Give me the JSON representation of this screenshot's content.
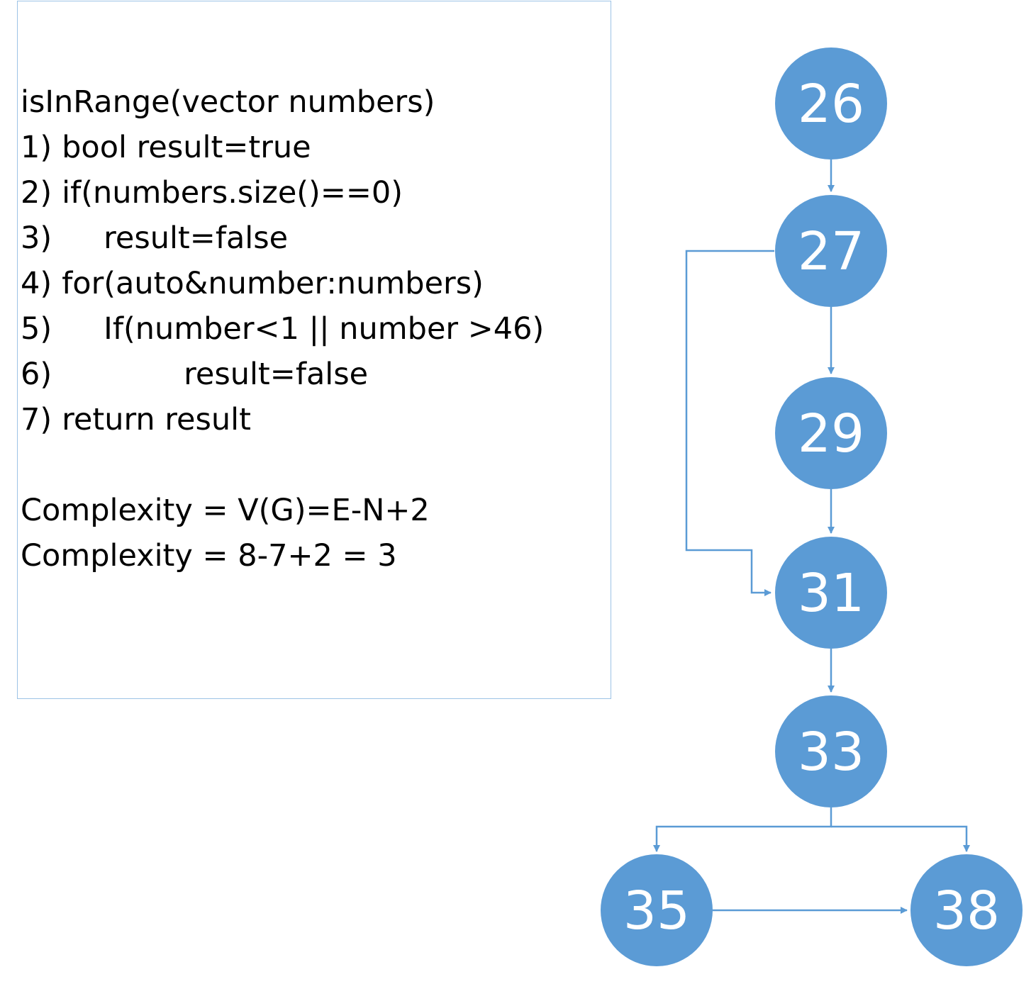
{
  "code_panel": {
    "signature": "isInRange(vector numbers)",
    "lines": [
      {
        "num": "1)",
        "indent": 0,
        "text": "bool result=true"
      },
      {
        "num": "2)",
        "indent": 0,
        "text": "if(numbers.size()==0)"
      },
      {
        "num": "3)",
        "indent": 1,
        "text": "result=false"
      },
      {
        "num": "4)",
        "indent": 0,
        "text": "for(auto&number:numbers)"
      },
      {
        "num": "5)",
        "indent": 1,
        "text": "If(number<1 || number >46)"
      },
      {
        "num": "6)",
        "indent": 2,
        "text": "result=false"
      },
      {
        "num": "7)",
        "indent": 0,
        "text": "return result"
      }
    ],
    "complexity_formula": "Complexity = V(G)=E-N+2",
    "complexity_result": "Complexity = 8-7+2 = 3"
  },
  "flow_graph": {
    "node_color": "#5b9bd5",
    "node_text_color": "#ffffff",
    "nodes": [
      {
        "id": "26",
        "label": "26"
      },
      {
        "id": "27",
        "label": "27"
      },
      {
        "id": "29",
        "label": "29"
      },
      {
        "id": "31",
        "label": "31"
      },
      {
        "id": "33",
        "label": "33"
      },
      {
        "id": "35",
        "label": "35"
      },
      {
        "id": "38",
        "label": "38"
      }
    ],
    "edges": [
      {
        "from": "26",
        "to": "27"
      },
      {
        "from": "27",
        "to": "29"
      },
      {
        "from": "27",
        "to": "31"
      },
      {
        "from": "29",
        "to": "31"
      },
      {
        "from": "31",
        "to": "33"
      },
      {
        "from": "33",
        "to": "35"
      },
      {
        "from": "33",
        "to": "38"
      },
      {
        "from": "35",
        "to": "38"
      }
    ]
  }
}
